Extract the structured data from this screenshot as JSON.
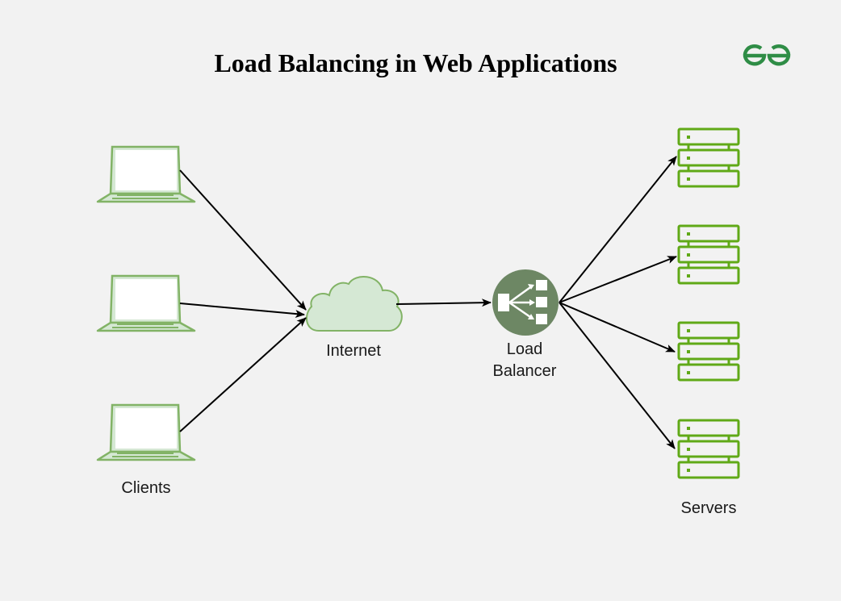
{
  "title": "Load Balancing in Web Applications",
  "logo": {
    "icon": "geeksforgeeks-logo-icon",
    "color": "#2f8d46"
  },
  "nodes": {
    "clients": {
      "label": "Clients",
      "count": 3,
      "icon": "laptop-icon"
    },
    "internet": {
      "label": "Internet",
      "icon": "cloud-icon"
    },
    "load_balancer": {
      "label_line1": "Load",
      "label_line2": "Balancer",
      "icon": "load-balancer-icon"
    },
    "servers": {
      "label": "Servers",
      "count": 4,
      "icon": "server-rack-icon"
    }
  },
  "edges": [
    {
      "from": "client-1",
      "to": "internet"
    },
    {
      "from": "client-2",
      "to": "internet"
    },
    {
      "from": "client-3",
      "to": "internet"
    },
    {
      "from": "internet",
      "to": "load-balancer"
    },
    {
      "from": "load-balancer",
      "to": "server-1"
    },
    {
      "from": "load-balancer",
      "to": "server-2"
    },
    {
      "from": "load-balancer",
      "to": "server-3"
    },
    {
      "from": "load-balancer",
      "to": "server-4"
    }
  ],
  "colors": {
    "background": "#f2f2f2",
    "client_stroke": "#82b366",
    "client_fill": "#d5e8d4",
    "cloud_fill": "#d5e8d4",
    "cloud_stroke": "#82b366",
    "balancer_fill": "#6d8764",
    "server_stroke": "#60a917",
    "arrow": "#000000"
  }
}
